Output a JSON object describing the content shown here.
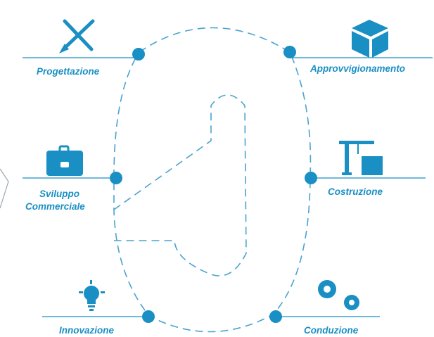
{
  "accent_color": "#1a8fc4",
  "path_color": "#4aa3cf",
  "steps": [
    {
      "id": "progettazione",
      "label": "Progettazione",
      "icon": "pencil-ruler-icon"
    },
    {
      "id": "approvvigionamento",
      "label": "Approvvigionamento",
      "icon": "box-icon"
    },
    {
      "id": "sviluppo",
      "label_line1": "Sviluppo",
      "label_line2": "Commerciale",
      "icon": "briefcase-icon"
    },
    {
      "id": "costruzione",
      "label": "Costruzione",
      "icon": "crane-building-icon"
    },
    {
      "id": "innovazione",
      "label": "Innovazione",
      "icon": "lightbulb-icon"
    },
    {
      "id": "conduzione",
      "label": "Conduzione",
      "icon": "gears-icon"
    }
  ]
}
